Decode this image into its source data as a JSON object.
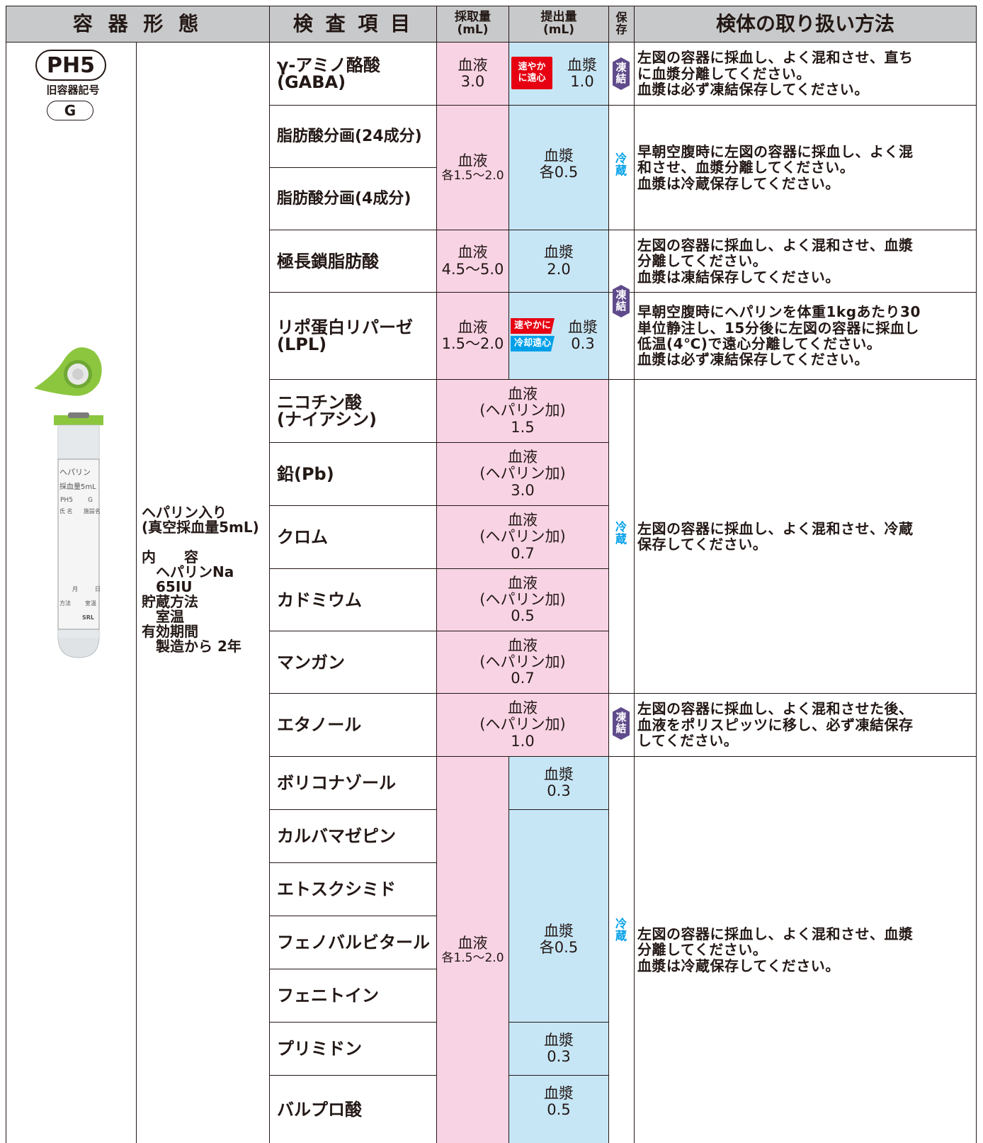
{
  "header": {
    "container": "容 器 形 態",
    "test_item": "検 査 項 目",
    "collection_amount": "採取量\n(mL)",
    "submission_amount": "提出量\n(mL)",
    "storage": "保\n存",
    "handling": "検体の取り扱い方法"
  },
  "container": {
    "code": "PH5",
    "old_code_label": "旧容器記号",
    "old_code": "G",
    "tube_label_lines": [
      "ヘパリン",
      "採血量5mL",
      "PH5",
      "G",
      "氏 名",
      "施設名",
      "月",
      "日",
      "方法",
      "室温",
      "SRL"
    ],
    "properties": [
      "ヘパリン入り",
      "(真空採血量5mL)",
      "",
      "内　　容",
      "　ヘパリンNa",
      "　65IU",
      "貯蔵方法",
      "　室温",
      "有効期間",
      "　製造から 2年"
    ]
  },
  "stamps": {
    "fast_centrifuge": [
      "速やか",
      "に遠心"
    ],
    "fast": "速やかに",
    "cold_centrifuge": "冷却遠心"
  },
  "storage": {
    "frozen": [
      "凍",
      "結"
    ],
    "refrigerated": [
      "冷",
      "蔵"
    ]
  },
  "rows": [
    {
      "test": "γ-アミノ酪酸\n(GABA)",
      "collection": [
        "血液",
        "3.0"
      ],
      "submission": [
        "血漿",
        "1.0"
      ]
    },
    {
      "test": "脂肪酸分画(24成分)"
    },
    {
      "test": "脂肪酸分画(4成分)"
    },
    {
      "test": "極長鎖脂肪酸",
      "collection": [
        "血液",
        "4.5〜5.0"
      ],
      "submission": [
        "血漿",
        "2.0"
      ]
    },
    {
      "test": "リポ蛋白リパーゼ\n(LPL)",
      "collection": [
        "血液",
        "1.5〜2.0"
      ],
      "submission": [
        "血漿",
        "0.3"
      ]
    },
    {
      "test": "ニコチン酸\n(ナイアシン)",
      "combined": [
        "血液",
        "(ヘパリン加)",
        "1.5"
      ]
    },
    {
      "test": "鉛(Pb)",
      "combined": [
        "血液",
        "(ヘパリン加)",
        "3.0"
      ]
    },
    {
      "test": "クロム",
      "combined": [
        "血液",
        "(ヘパリン加)",
        "0.7"
      ]
    },
    {
      "test": "カドミウム",
      "combined": [
        "血液",
        "(ヘパリン加)",
        "0.5"
      ]
    },
    {
      "test": "マンガン",
      "combined": [
        "血液",
        "(ヘパリン加)",
        "0.7"
      ]
    },
    {
      "test": "エタノール",
      "combined": [
        "血液",
        "(ヘパリン加)",
        "1.0"
      ]
    },
    {
      "test": "ボリコナゾール",
      "submission": [
        "血漿",
        "0.3"
      ]
    },
    {
      "test": "カルバマゼピン"
    },
    {
      "test": "エトスクシミド"
    },
    {
      "test": "フェノバルビタール"
    },
    {
      "test": "フェニトイン"
    },
    {
      "test": "プリミドン",
      "submission": [
        "血漿",
        "0.3"
      ]
    },
    {
      "test": "バルプロ酸",
      "submission": [
        "血漿",
        "0.5"
      ]
    }
  ],
  "merged": {
    "fatty_collection": [
      "血液",
      "各1.5〜2.0"
    ],
    "fatty_submission": [
      "血漿",
      "各0.5"
    ],
    "drugs_collection": [
      "血液",
      "各1.5〜2.0"
    ],
    "drugs_submission": [
      "血漿",
      "各0.5"
    ]
  },
  "handling": {
    "gaba": "左図の容器に採血し、よく混和させ、直ち\nに血漿分離してください。\n血漿は必ず凍結保存してください。",
    "fatty": "早朝空腹時に左図の容器に採血し、よく混\n和させ、血漿分離してください。\n血漿は冷蔵保存してください。",
    "vlcfa": "左図の容器に採血し、よく混和させ、血漿\n分離してください。\n血漿は凍結保存してください。",
    "lpl": "早朝空腹時にヘパリンを体重1kgあたり30\n単位静注し、15分後に左図の容器に採血し\n低温(4℃)で遠心分離してください。\n血漿は必ず凍結保存してください。",
    "metals": "左図の容器に採血し、よく混和させ、冷蔵\n保存してください。",
    "ethanol": "左図の容器に採血し、よく混和させた後、\n血液をポリスピッツに移し、必ず凍結保存\nしてください。",
    "drugs": "左図の容器に採血し、よく混和させ、血漿\n分離してください。\n血漿は冷蔵保存してください。"
  },
  "colors": {
    "header_bg": "#c8c9ca",
    "pink": "#f8d3e4",
    "blue": "#c6e6f6",
    "frozen_badge": "#5f4b8b",
    "refrigerated_text": "#00a0e9",
    "stamp_red": "#e60012",
    "cap_green": "#8cc63f"
  }
}
